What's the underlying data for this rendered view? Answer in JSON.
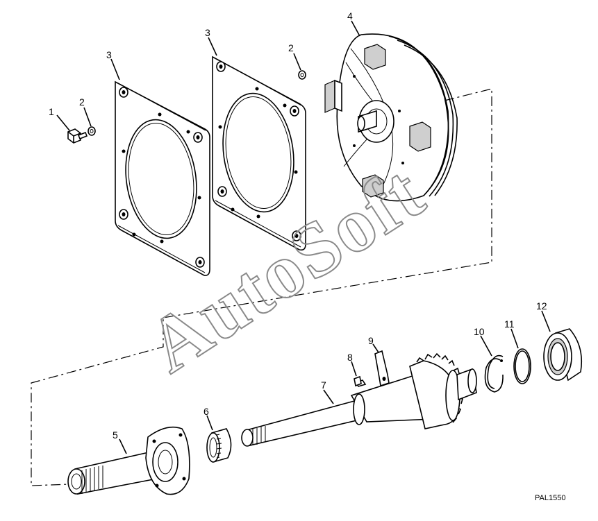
{
  "callouts": [
    {
      "id": "1",
      "text": "1"
    },
    {
      "id": "2a",
      "text": "2"
    },
    {
      "id": "3a",
      "text": "3"
    },
    {
      "id": "3b",
      "text": "3"
    },
    {
      "id": "2b",
      "text": "2"
    },
    {
      "id": "4",
      "text": "4"
    },
    {
      "id": "5",
      "text": "5"
    },
    {
      "id": "6",
      "text": "6"
    },
    {
      "id": "7",
      "text": "7"
    },
    {
      "id": "8",
      "text": "8"
    },
    {
      "id": "9",
      "text": "9"
    },
    {
      "id": "10",
      "text": "10"
    },
    {
      "id": "11",
      "text": "11"
    },
    {
      "id": "12",
      "text": "12"
    }
  ],
  "drawing_code": "PAL1550",
  "watermark": "AutoSoft"
}
